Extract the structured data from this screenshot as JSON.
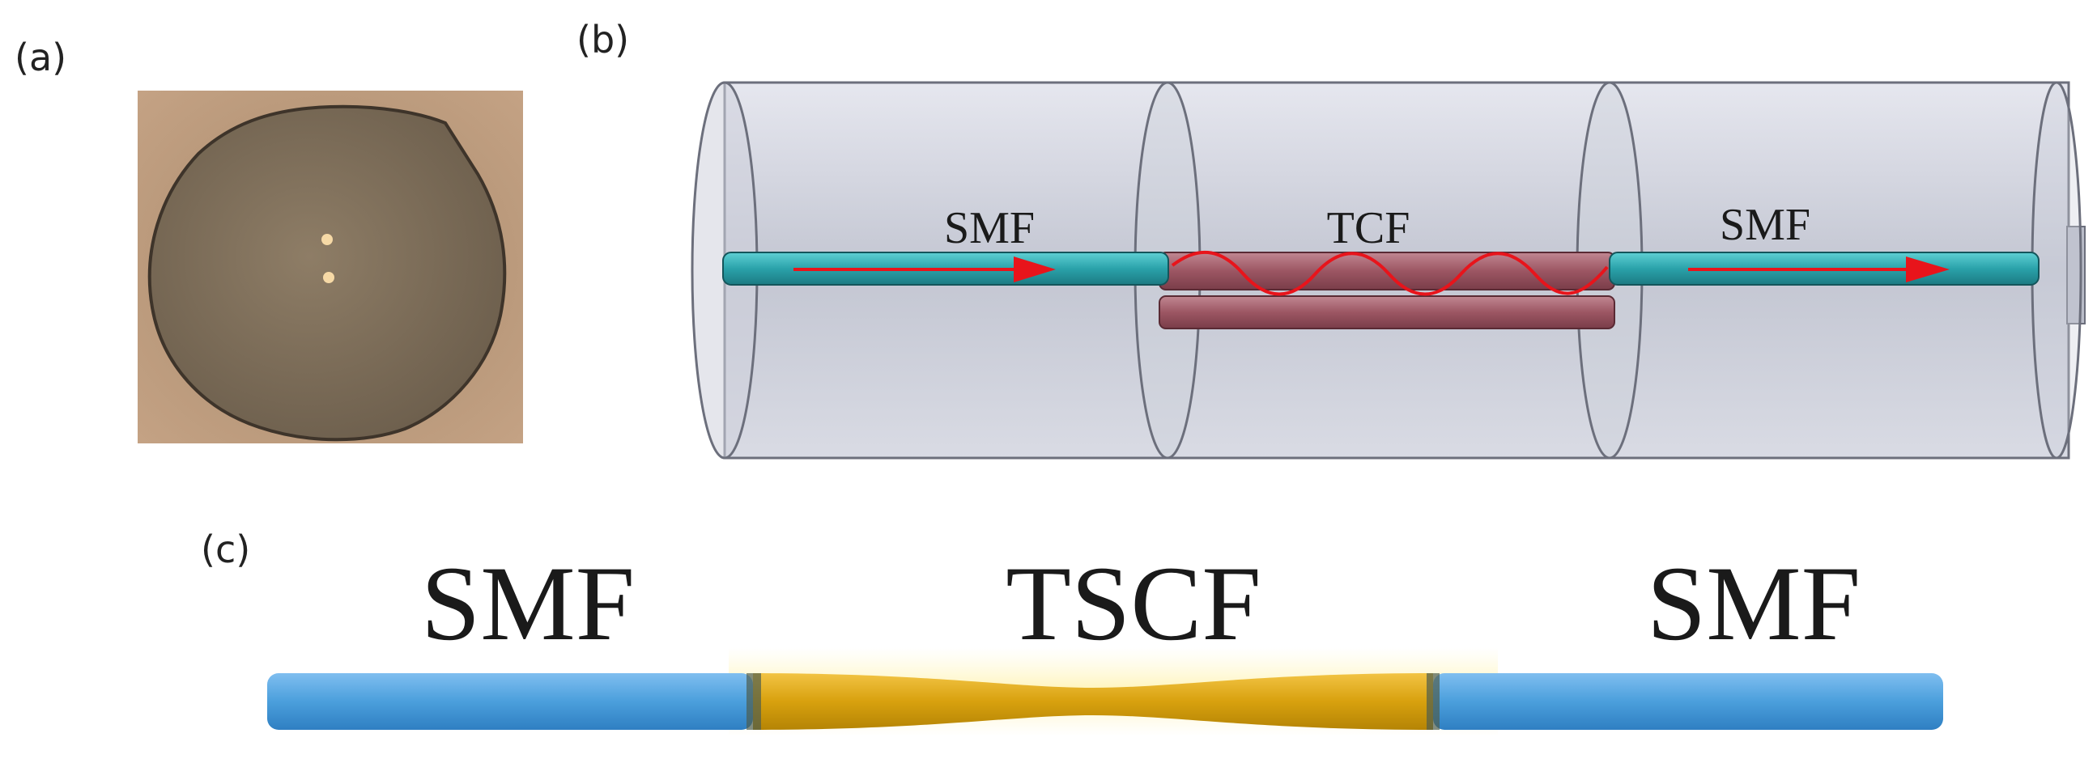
{
  "panels": {
    "a": {
      "label": "(a)"
    },
    "b": {
      "label": "(b)",
      "segments": [
        "SMF",
        "TCF",
        "SMF"
      ]
    },
    "c": {
      "label": "(c)",
      "segments": [
        "SMF",
        "TSCF",
        "SMF"
      ]
    }
  },
  "colors": {
    "smf_fiber": "#2fa7ae",
    "tcf_fiber": "#a8636f",
    "light_arrow": "#e8141b",
    "tube": "#c9ccd6",
    "taper_smf": "#4b9fdc",
    "taper_tscf": "#d8a10e",
    "micrograph_bg": "#b08e6e",
    "micrograph_disc": "#7e6e58"
  }
}
